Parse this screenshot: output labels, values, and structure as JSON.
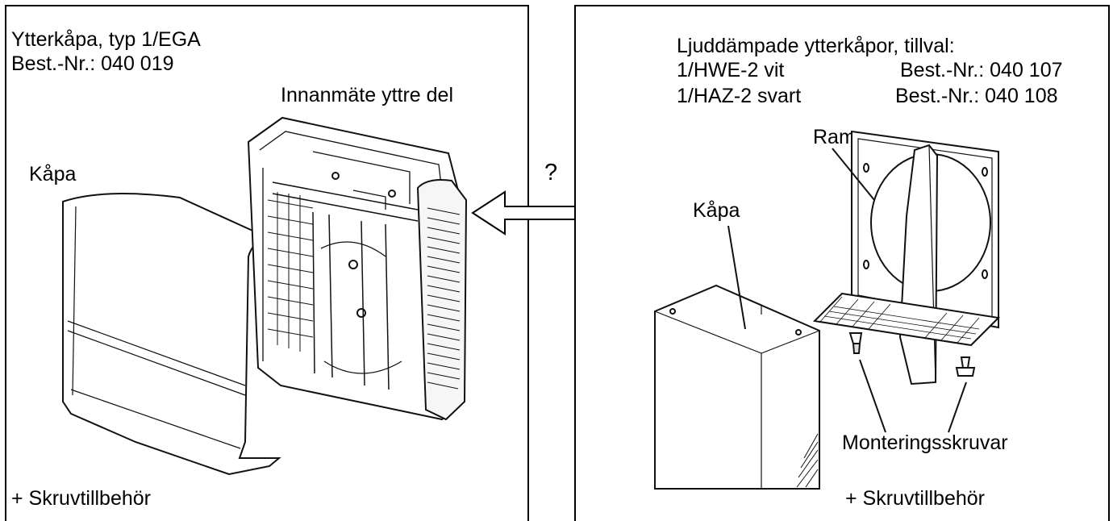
{
  "left": {
    "title_line1": "Ytterkåpa, typ 1/EGA",
    "title_line2": "Best.-Nr.: 040 019",
    "label_inner": "Innanmäte yttre del",
    "label_cover": "Kåpa",
    "footer": "+ Skruvtillbehör"
  },
  "middle": {
    "question": "?"
  },
  "right": {
    "title": "Ljuddämpade ytterkåpor, tillval:",
    "option1_name": "1/HWE-2 vit",
    "option1_code": "Best.-Nr.: 040 107",
    "option2_name": "1/HAZ-2 svart",
    "option2_code": "Best.-Nr.: 040 108",
    "label_frame": "Ram",
    "label_cover": "Kåpa",
    "label_screws": "Monteringsskruvar",
    "footer": "+ Skruvtillbehör"
  },
  "icons": [
    "double-arrow-icon"
  ]
}
